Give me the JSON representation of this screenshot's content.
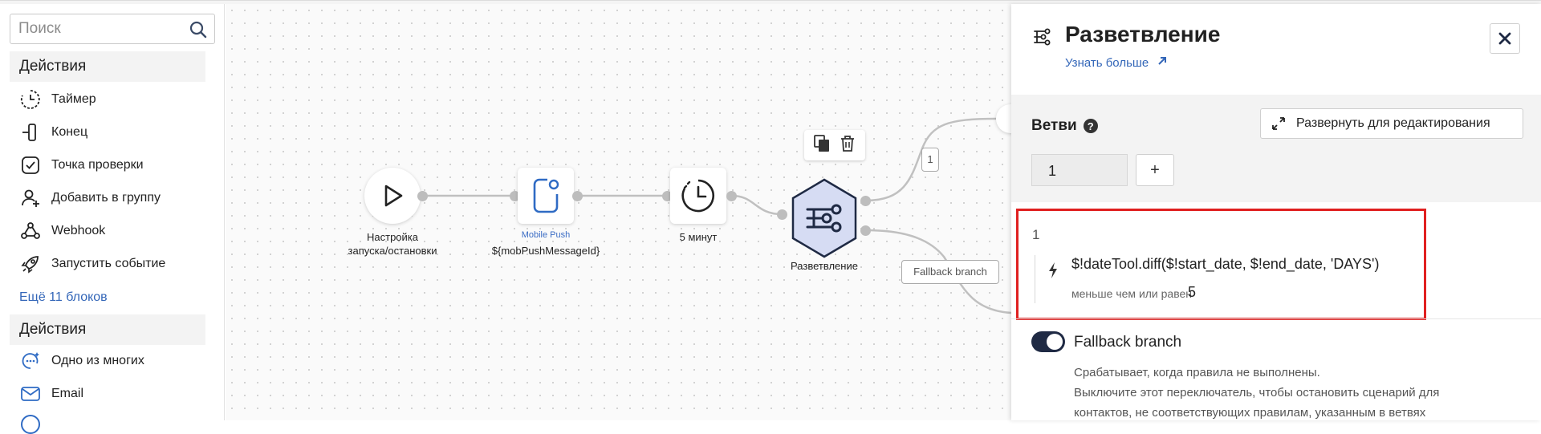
{
  "sidebar": {
    "search": {
      "placeholder": "Поиск"
    },
    "section1": {
      "title": "Действия"
    },
    "items1": [
      {
        "label": "Таймер",
        "icon": "timer-icon"
      },
      {
        "label": "Конец",
        "icon": "end-icon"
      },
      {
        "label": "Точка проверки",
        "icon": "checkpoint-icon"
      },
      {
        "label": "Добавить в группу",
        "icon": "add-group-icon"
      },
      {
        "label": "Webhook",
        "icon": "webhook-icon"
      },
      {
        "label": "Запустить событие",
        "icon": "rocket-icon"
      }
    ],
    "more_link": "Ещё 11 блоков",
    "section2": {
      "title": "Действия"
    },
    "items2": [
      {
        "label": "Одно из многих",
        "icon": "one-of-many-icon"
      },
      {
        "label": "Email",
        "icon": "email-icon"
      }
    ]
  },
  "canvas": {
    "nodes": {
      "start": {
        "label_line1": "Настройка",
        "label_line2": "запуска/остановки"
      },
      "push": {
        "sublabel": "Mobile Push",
        "label": "${mobPushMessageId}"
      },
      "timer": {
        "label": "5 минут"
      },
      "branch": {
        "label": "Разветвление"
      }
    },
    "edge_labels": {
      "branch1": "1",
      "fallback": "Fallback branch"
    }
  },
  "panel": {
    "title": "Разветвление",
    "learn_more": "Узнать больше",
    "branches_title": "Ветви",
    "expand_button": "Развернуть для редактирования",
    "tab": "1",
    "add_button": "+",
    "rule": {
      "number": "1",
      "expression": "$!dateTool.diff($!start_date, $!end_date, 'DAYS')",
      "operator": "меньше чем или равен",
      "value": "5"
    },
    "fallback": {
      "enabled": true,
      "label": "Fallback branch",
      "description_1": "Срабатывает, когда правила не выполнены.",
      "description_2": "Выключите этот переключатель, чтобы остановить сценарий для",
      "description_3": "контактов, не соответствующих правилам, указанным в ветвях"
    }
  }
}
